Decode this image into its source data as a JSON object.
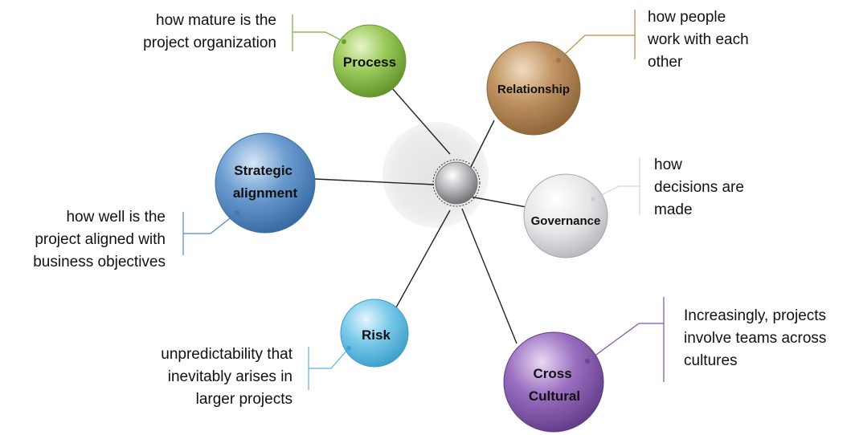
{
  "nodes": [
    {
      "id": "process",
      "lines": [
        "Process"
      ],
      "color": "#8fc14a"
    },
    {
      "id": "relationship",
      "lines": [
        "Relationship"
      ],
      "color": "#b5895a"
    },
    {
      "id": "strategic",
      "lines": [
        "Strategic",
        "alignment"
      ],
      "color": "#5b8fc7"
    },
    {
      "id": "governance",
      "lines": [
        "Governance"
      ],
      "color": "#d9dadc"
    },
    {
      "id": "risk",
      "lines": [
        "Risk"
      ],
      "color": "#6ec4e6"
    },
    {
      "id": "cross",
      "lines": [
        "Cross",
        "Cultural"
      ],
      "color": "#8a5fb0"
    }
  ],
  "descriptions": {
    "process": [
      "how mature is the",
      "project organization"
    ],
    "relationship": [
      "how people",
      "work with each",
      "other"
    ],
    "governance": [
      "how",
      "decisions are",
      "made"
    ],
    "strategic": [
      "how well is the",
      "project aligned with",
      "business objectives"
    ],
    "risk": [
      "unpredictability that",
      "inevitably arises in",
      "larger projects"
    ],
    "cross": [
      "Increasingly, projects",
      "involve teams across",
      "cultures"
    ]
  }
}
